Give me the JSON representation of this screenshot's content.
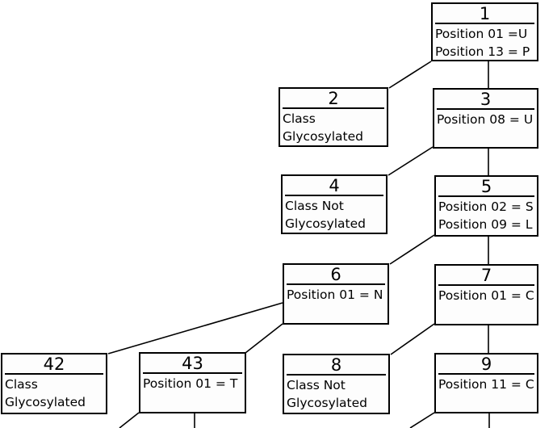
{
  "diagram": {
    "type": "decision-tree",
    "colors": {
      "background": "#ffffff",
      "node_fill": "#fdfdfd",
      "node_border": "#000000",
      "text": "#000000",
      "edge": "#000000"
    },
    "nodes": [
      {
        "id": "1",
        "lines": [
          "Position 01 =U",
          "Position 13 = P"
        ]
      },
      {
        "id": "2",
        "lines": [
          "Class",
          "Glycosylated"
        ]
      },
      {
        "id": "3",
        "lines": [
          "Position 08 = U"
        ]
      },
      {
        "id": "4",
        "lines": [
          "Class Not",
          "Glycosylated"
        ]
      },
      {
        "id": "5",
        "lines": [
          "Position 02 = S",
          "Position 09 = L"
        ]
      },
      {
        "id": "6",
        "lines": [
          "Position 01 = N"
        ]
      },
      {
        "id": "7",
        "lines": [
          "Position 01 = C"
        ]
      },
      {
        "id": "42",
        "lines": [
          "Class",
          "Glycosylated"
        ]
      },
      {
        "id": "43",
        "lines": [
          "Position 01 = T"
        ]
      },
      {
        "id": "8",
        "lines": [
          "Class Not",
          "Glycosylated"
        ]
      },
      {
        "id": "9",
        "lines": [
          "Position 11 = C"
        ]
      }
    ],
    "edges": [
      {
        "from": "1",
        "to": "2"
      },
      {
        "from": "1",
        "to": "3"
      },
      {
        "from": "3",
        "to": "4"
      },
      {
        "from": "3",
        "to": "5"
      },
      {
        "from": "5",
        "to": "6"
      },
      {
        "from": "5",
        "to": "7"
      },
      {
        "from": "6",
        "to": "42"
      },
      {
        "from": "6",
        "to": "43"
      },
      {
        "from": "7",
        "to": "8"
      },
      {
        "from": "7",
        "to": "9"
      },
      {
        "from": "43",
        "to": ""
      },
      {
        "from": "43",
        "to": ""
      },
      {
        "from": "9",
        "to": ""
      },
      {
        "from": "9",
        "to": ""
      }
    ]
  }
}
